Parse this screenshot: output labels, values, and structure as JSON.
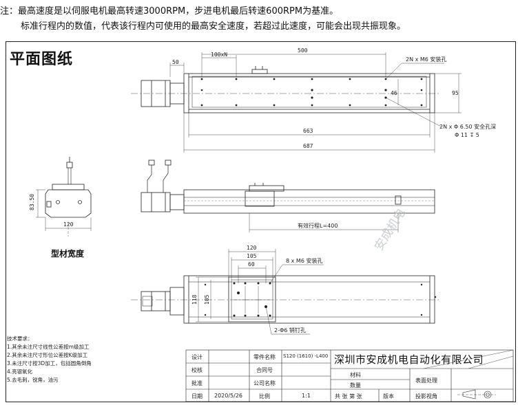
{
  "notes": {
    "line1": "注：最高速度是以伺服电机最高转速3000RPM，步进电机最后转速600RPM为基准。",
    "line2": "标准行程内的数值，代表该行程内可使用的最高安全速度，若超过此速度，可能会出现共振现象。"
  },
  "drawing": {
    "title": "平面图纸",
    "top_view": {
      "dim_50": "50",
      "dim_100xN": "100xN",
      "dim_500": "500",
      "dim_46": "46",
      "dim_95": "95",
      "dim_663": "663",
      "dim_687": "687",
      "callout_m6": "2N x  M6 安装孔",
      "callout_hole": "2N x  Φ 6.50 安全孔深",
      "callout_hole_sub": "Φ 11  ↧ 5"
    },
    "profile": {
      "dim_height": "83.50",
      "dim_width": "120",
      "caption": "型材宽度"
    },
    "side_view": {
      "effective_stroke": "有效行程L=400"
    },
    "bottom_view": {
      "dim_120": "120",
      "dim_105": "105",
      "dim_60": "60",
      "dim_118": "118",
      "dim_105_side": "105",
      "callout_m6": "8 x  M6 安装孔",
      "callout_pin": "2-Φ6 销钉孔"
    }
  },
  "tech_requirements": {
    "heading": "技术要求：",
    "items": [
      "1.其余未注尺寸线性公差按m级加工",
      "2.其余未注尺寸形位公差按K级加工",
      "3.未注尺寸按3D加工，包括圆角倒角",
      "4.亮银氧化",
      "5.去毛刺，锐角，油污"
    ]
  },
  "title_block": {
    "design": "设计",
    "check": "校核",
    "approve": "批准",
    "date_label": "日期",
    "date": "2020/5/26",
    "part_name_label": "零件名称",
    "part_name": "S120 (1610) -L400",
    "contract_label": "合同号",
    "company_name_label": "公司名称",
    "scale_label": "比例",
    "scale": "1:1",
    "company": "深圳市安成机电自动化有限公司",
    "material_label": "材料",
    "quantity_label": "数量",
    "surface_label": "表面处理",
    "sheets": "共  张  第  张",
    "version": "版本",
    "projection": "投影视角"
  },
  "watermark": "安成机电"
}
